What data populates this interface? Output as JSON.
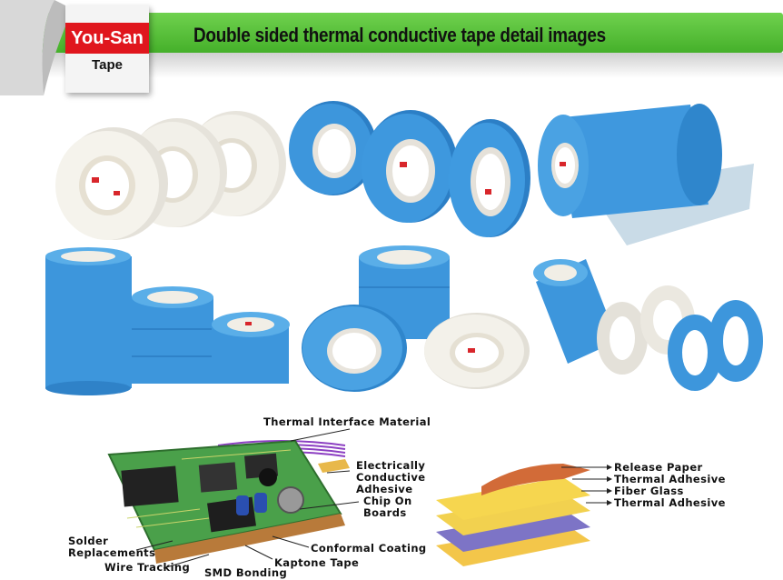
{
  "header": {
    "brand": "You-San",
    "brand_sub": "Tape",
    "title": "Double sided thermal conductive tape detail images",
    "banner_color": "#4cb530",
    "brand_color": "#e0161d"
  },
  "diagram": {
    "labels": {
      "thermal_interface": "Thermal Interface Material",
      "electrically_1": "Electrically",
      "electrically_2": "Conductive",
      "electrically_3": "Adhesive",
      "chip_1": "Chip On",
      "chip_2": "Boards",
      "solder_1": "Solder",
      "solder_2": "Replacements",
      "wire_tracking": "Wire Tracking",
      "smd_bonding": "SMD Bonding",
      "kaptone": "Kaptone Tape",
      "conformal": "Conformal Coating"
    },
    "layers": [
      "Release Paper",
      "Thermal Adhesive",
      "Fiber Glass",
      "Thermal Adhesive"
    ]
  },
  "colors": {
    "tape_blue": "#3a93d8",
    "tape_white": "#f1efe8",
    "pcb_green": "#4aa04a"
  }
}
